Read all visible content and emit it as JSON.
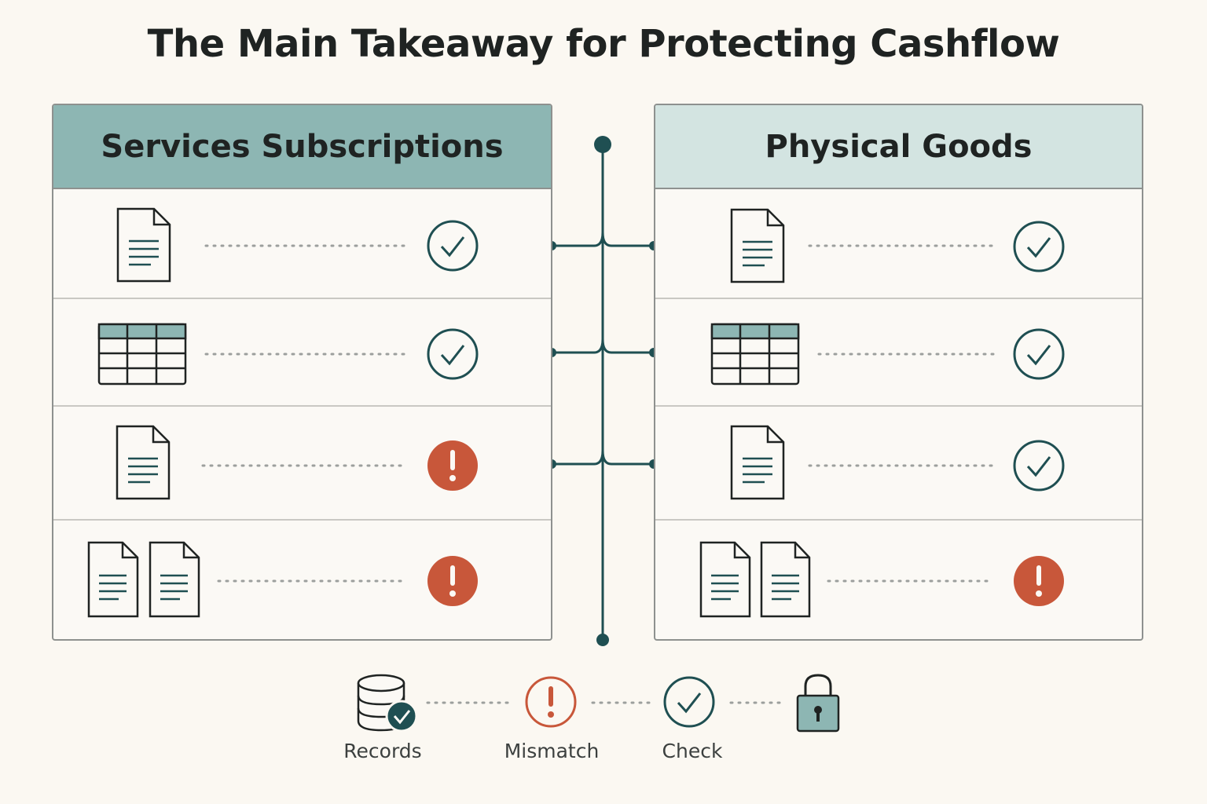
{
  "title": "The Main Takeaway for Protecting Cashflow",
  "colors": {
    "teal_dark": "#1f4f52",
    "teal_header": "#8db6b3",
    "teal_light": "#d3e4e1",
    "alert_orange": "#c8573a",
    "outline": "#1f2322"
  },
  "left_panel": {
    "title": "Services Subscriptions",
    "rows": [
      {
        "icon": "document-icon",
        "status": "check-circle-icon"
      },
      {
        "icon": "spreadsheet-icon",
        "status": "check-circle-icon"
      },
      {
        "icon": "document-icon",
        "status": "alert-circle-icon"
      },
      {
        "icon": "two-documents-icon",
        "status": "alert-circle-icon"
      }
    ]
  },
  "right_panel": {
    "title": "Physical Goods",
    "rows": [
      {
        "icon": "document-icon",
        "status": "check-circle-icon"
      },
      {
        "icon": "spreadsheet-icon",
        "status": "check-circle-icon"
      },
      {
        "icon": "document-icon",
        "status": "check-circle-icon"
      },
      {
        "icon": "two-documents-icon",
        "status": "alert-circle-icon"
      }
    ]
  },
  "legend": [
    {
      "icon": "database-check-icon",
      "label": "Records"
    },
    {
      "icon": "alert-circle-outline-icon",
      "label": "Mismatch"
    },
    {
      "icon": "check-circle-icon",
      "label": "Check"
    },
    {
      "icon": "padlock-icon",
      "label": ""
    }
  ]
}
